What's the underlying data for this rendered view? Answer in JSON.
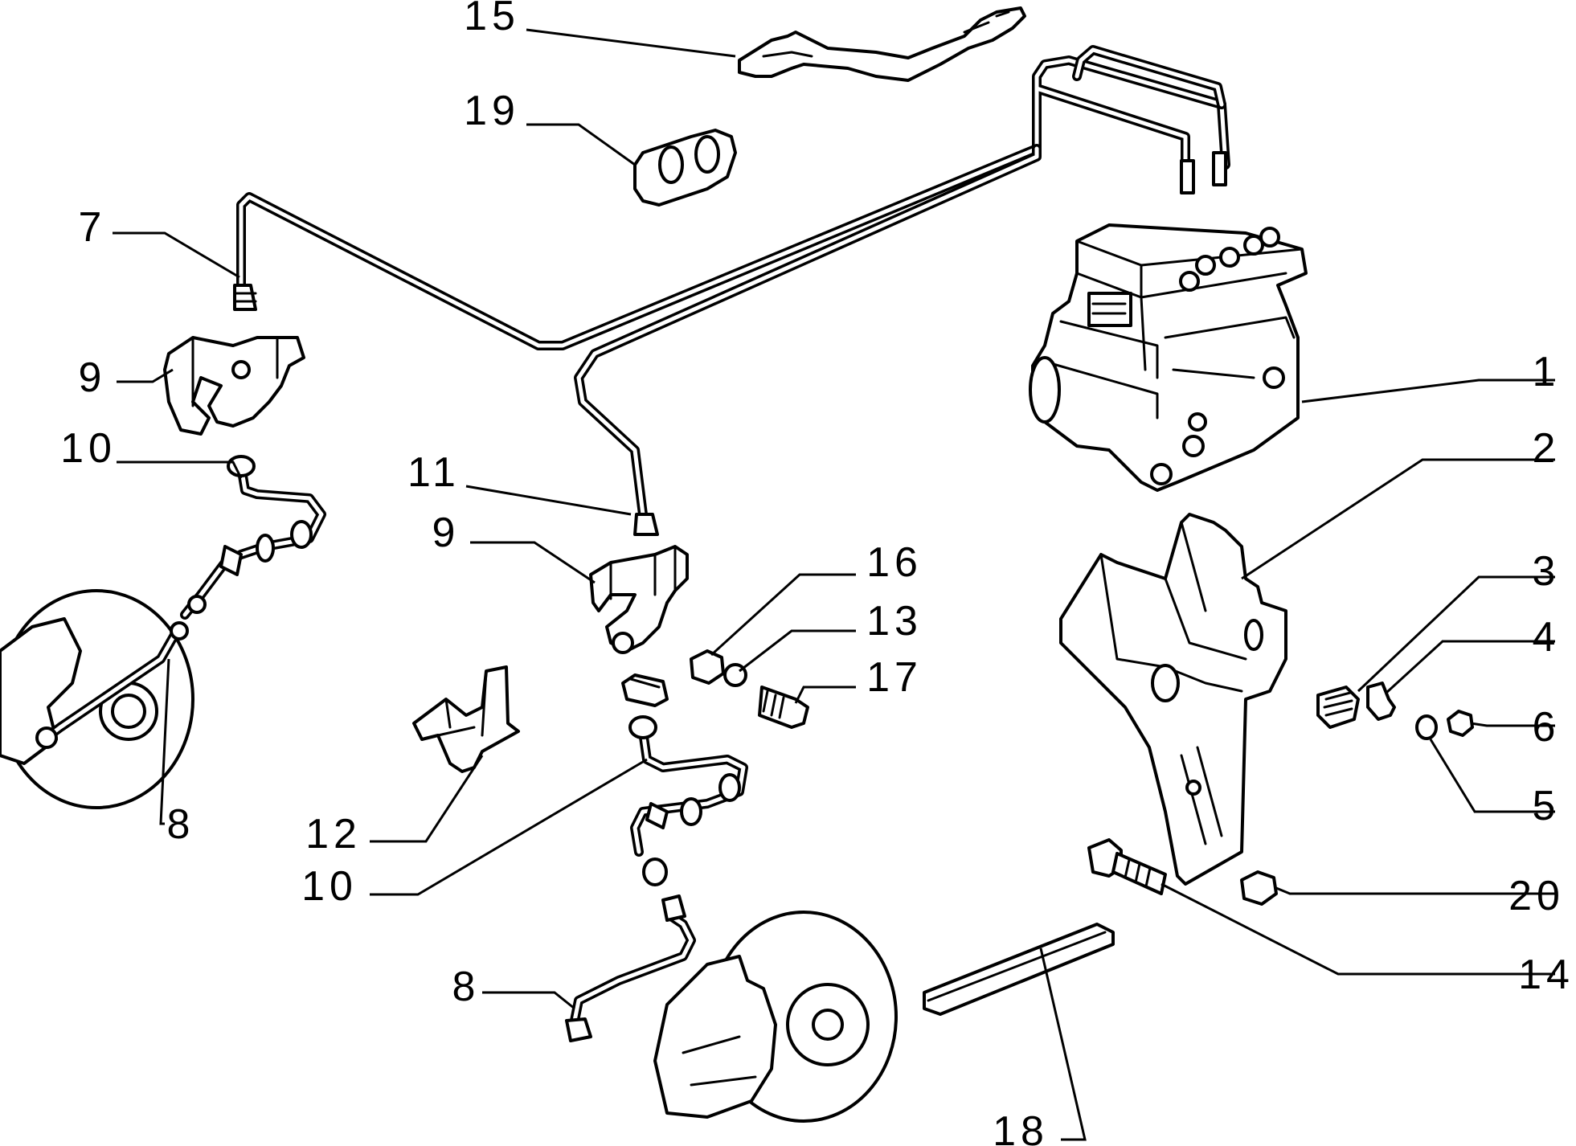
{
  "colors": {
    "line": "#000000",
    "background": "#ffffff"
  },
  "callouts": [
    {
      "id": "c1",
      "text": "1"
    },
    {
      "id": "c2",
      "text": "2"
    },
    {
      "id": "c3",
      "text": "3"
    },
    {
      "id": "c4",
      "text": "4"
    },
    {
      "id": "c5",
      "text": "5"
    },
    {
      "id": "c6",
      "text": "6"
    },
    {
      "id": "c7",
      "text": "7"
    },
    {
      "id": "c8a",
      "text": "8"
    },
    {
      "id": "c8b",
      "text": "8"
    },
    {
      "id": "c9a",
      "text": "9"
    },
    {
      "id": "c9b",
      "text": "9"
    },
    {
      "id": "c10a",
      "text": "10"
    },
    {
      "id": "c10b",
      "text": "10"
    },
    {
      "id": "c11",
      "text": "11"
    },
    {
      "id": "c12",
      "text": "12"
    },
    {
      "id": "c13",
      "text": "13"
    },
    {
      "id": "c14",
      "text": "14"
    },
    {
      "id": "c15",
      "text": "15"
    },
    {
      "id": "c16",
      "text": "16"
    },
    {
      "id": "c17",
      "text": "17"
    },
    {
      "id": "c18",
      "text": "18"
    },
    {
      "id": "c19",
      "text": "19"
    },
    {
      "id": "c20",
      "text": "20"
    }
  ]
}
